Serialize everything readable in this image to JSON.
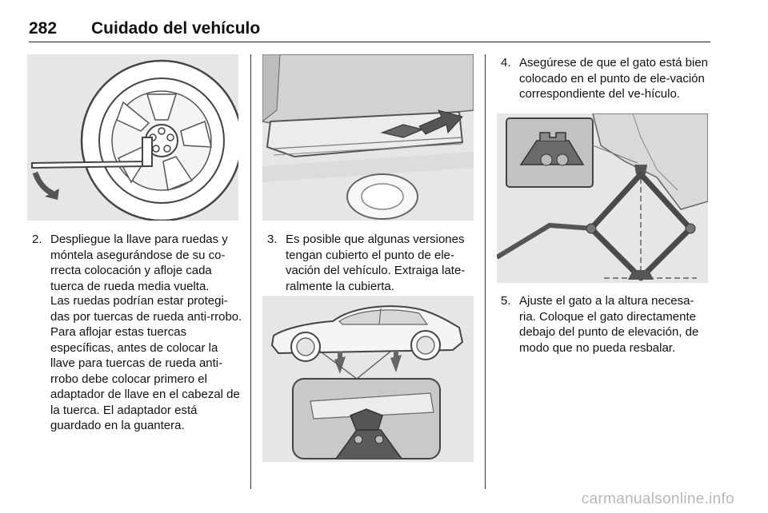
{
  "header": {
    "page_number": "282",
    "title": "Cuidado del vehículo"
  },
  "steps": [
    {
      "number": "2.",
      "text": "Despliegue la llave para ruedas y móntela asegurándose de su co-rrecta colocación y afloje cada tuerca de rueda media vuelta."
    },
    {
      "number": "3.",
      "text": "Es posible que algunas versiones tengan cubierto el punto de ele-vación del vehículo. Extraiga late-ralmente la cubierta."
    },
    {
      "number": "4.",
      "text": "Asegúrese de que el gato está bien colocado en el punto de ele-vación correspondiente del ve-hículo."
    },
    {
      "number": "5.",
      "text": "Ajuste el gato a la altura necesa-ria. Coloque el gato directamente debajo del punto de elevación, de modo que no pueda resbalar."
    }
  ],
  "note": "Las ruedas podrían estar protegi-das por tuercas de rueda anti-rrobo. Para aflojar estas tuercas específicas, antes de colocar la llave para tuercas de rueda anti-rrobo debe colocar primero el adaptador de llave en el cabezal de la tuerca. El adaptador está guardado en la guantera.",
  "watermark": "carmanualsonline.info",
  "colors": {
    "figure_bg": "#e6e6e6",
    "line_art": "#444444",
    "accent_arrow": "#555555"
  }
}
